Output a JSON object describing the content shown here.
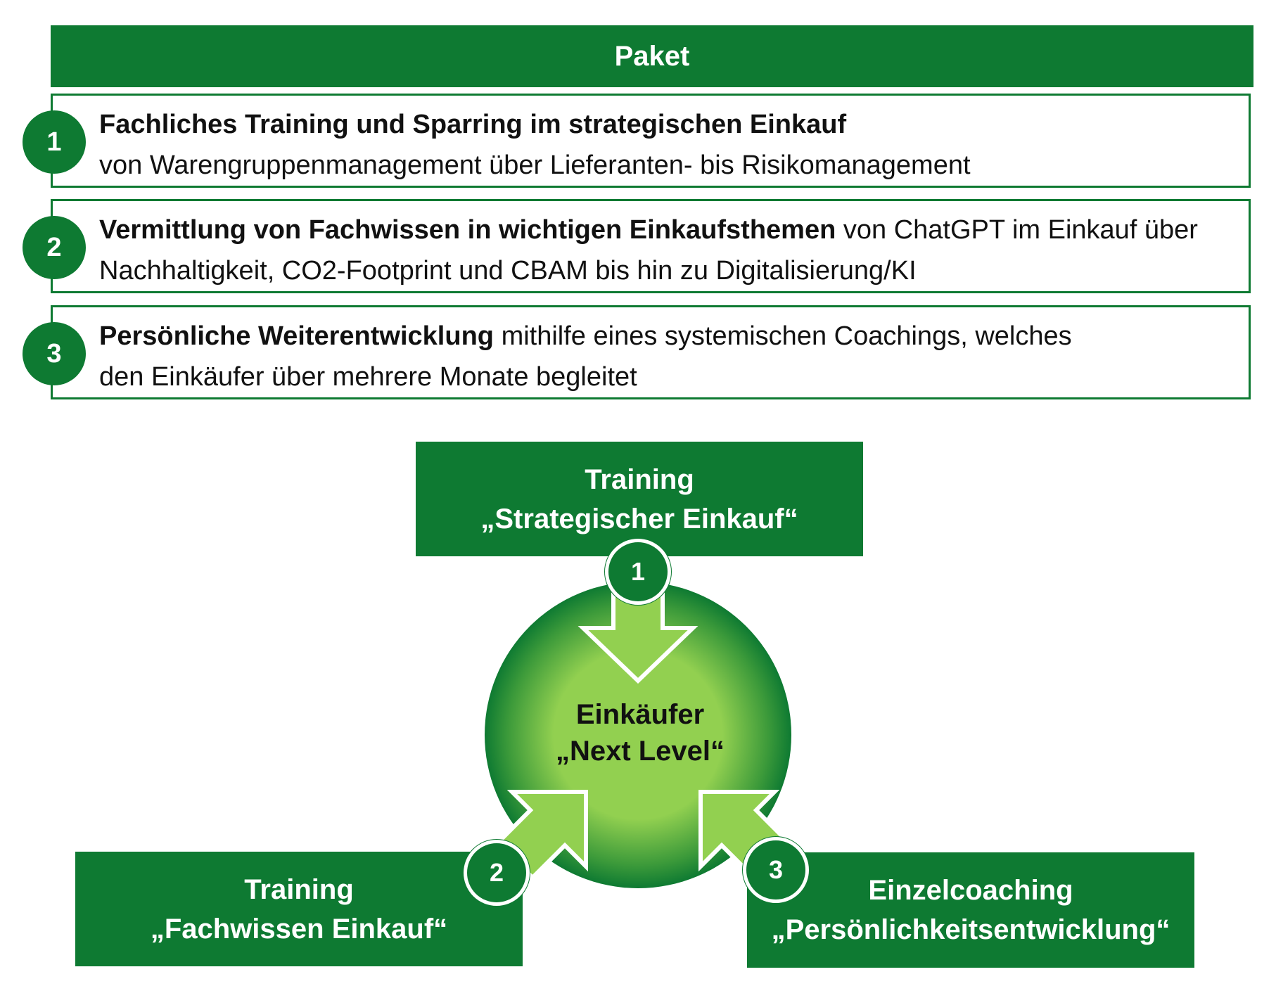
{
  "header": {
    "title": "Paket"
  },
  "package_items": [
    {
      "number": "1",
      "bold": "Fachliches Training und Sparring im strategischen Einkauf",
      "text": "von Warengruppenmanagement über Lieferanten- bis Risikomanagement"
    },
    {
      "number": "2",
      "bold": "Vermittlung von Fachwissen in wichtigen Einkaufsthemen",
      "text": " von ChatGPT im Einkauf über Nachhaltigkeit, CO2-Footprint und CBAM bis hin zu Digitalisierung/KI"
    },
    {
      "number": "3",
      "bold": "Persönliche Weiterentwicklung",
      "text": " mithilfe eines systemischen Coachings, welches den Einkäufer über mehrere Monate begleitet"
    }
  ],
  "diagram": {
    "center": {
      "line1": "Einkäufer",
      "line2": "„Next Level“"
    },
    "boxes": [
      {
        "number": "1",
        "line1": "Training",
        "line2": "„Strategischer Einkauf“"
      },
      {
        "number": "2",
        "line1": "Training",
        "line2": "„Fachwissen Einkauf“"
      },
      {
        "number": "3",
        "line1": "Einzelcoaching",
        "line2": "„Persönlichkeitsentwicklung“"
      }
    ]
  },
  "colors": {
    "primary_green": "#0e7a32",
    "light_green": "#92d050",
    "white": "#ffffff"
  }
}
